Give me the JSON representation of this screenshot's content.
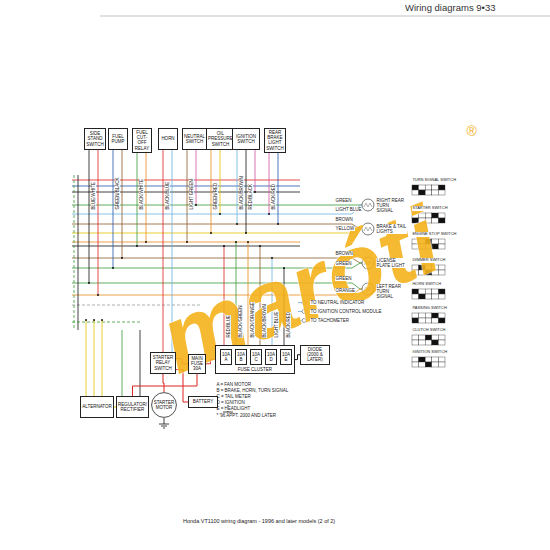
{
  "diagram": {
    "title": "Wiring diagrams 9•33",
    "caption": "Honda VT1100 wiring diagram - 1996 and later models (2 of 2)",
    "nodes": [
      {
        "text": [
          "SIDE STAND SWITCH"
        ]
      },
      {
        "text": [
          "FUEL PUMP"
        ]
      },
      {
        "text": [
          "FUEL CUT-OFF RELAY"
        ]
      },
      {
        "text": [
          "HORN"
        ]
      },
      {
        "text": [
          "NEUTRAL SWITCH"
        ]
      },
      {
        "text": [
          "OIL PRESSURE SWITCH"
        ]
      },
      {
        "text": [
          "IGNITION SWITCH"
        ]
      },
      {
        "text": [
          "REAR BRAKE LIGHT SWITCH"
        ]
      },
      {
        "text": [
          "STARTER RELAY SWITCH"
        ]
      },
      {
        "text": [
          "MAIN FUSE 30A"
        ]
      },
      {
        "text": [
          "STARTER MOTOR"
        ]
      },
      {
        "text": [
          "BATTERY"
        ]
      },
      {
        "text": [
          "ALTERNATOR"
        ]
      },
      {
        "text": [
          "REGULATOR/ RECTIFIER"
        ]
      },
      {
        "text": [
          "FUSE CLUSTER"
        ]
      },
      {
        "text": [
          "10A",
          "A"
        ],
        "in": 14
      },
      {
        "text": [
          "10A",
          "B"
        ],
        "in": 14
      },
      {
        "text": [
          "10A",
          "C"
        ],
        "in": 14
      },
      {
        "text": [
          "10A",
          "D"
        ],
        "in": 14
      },
      {
        "text": [
          "10A",
          "E"
        ],
        "in": 14
      },
      {
        "text": [
          "DIODE (2000 & LATER)"
        ]
      }
    ],
    "edges": [
      {
        "from": 12,
        "to": 13,
        "arrow": "none"
      },
      {
        "from": 13,
        "to": 9,
        "arrow": "none"
      },
      {
        "from": 11,
        "to": 8,
        "arrow": "none"
      },
      {
        "from": 8,
        "to": 9,
        "arrow": "none"
      },
      {
        "from": 8,
        "to": 10,
        "arrow": "none"
      },
      {
        "from": 9,
        "to": 14,
        "arrow": "none"
      },
      {
        "from": 14,
        "to": 20,
        "arrow": "none"
      }
    ],
    "labels": [
      "maróti",
      "®",
      "RIGHT REAR TURN SIGNAL",
      "BRAKE & TAIL LIGHTS",
      "LICENSE PLATE LIGHT",
      "LEFT REAR TURN SIGNAL",
      "A = FAN MOTOR",
      "B = BRAKE, HORN, TURN SIGNAL",
      "C = TAIL METER",
      "D = IGNITION",
      "E = HEADLIGHT",
      "* '96 APPT. 2000 AND LATER",
      "TO NEUTRAL INDICATOR",
      "TO IGNITION CONTROL MODULE",
      "TO TACHOMETER",
      "GREEN",
      "LIGHT BLUE",
      "BROWN",
      "YELLOW",
      "BROWN",
      "GREEN",
      "GREEN",
      "ORANGE",
      "BLUE/WHITE",
      "GREEN/BLACK",
      "BLACK/WHITE",
      "BLACK/BLUE",
      "LIGHT GREEN",
      "GREEN/RED",
      "BLACK/BROWN",
      "RED/BLACK",
      "BLACK/RED",
      "RED/BLUE",
      "BLACK/GREEN",
      "BLACK/ORANGE",
      "BLACK/BROWN",
      "LIGHT BLUE",
      "BLACK/RED",
      "TURN SIGNAL SWITCH",
      "STARTER SWITCH",
      "ENGINE STOP SWITCH",
      "DIMMER SWITCH",
      "HORN SWITCH",
      "PASSING SWITCH",
      "CLUTCH SWITCH",
      "IGNITION SWITCH"
    ]
  }
}
